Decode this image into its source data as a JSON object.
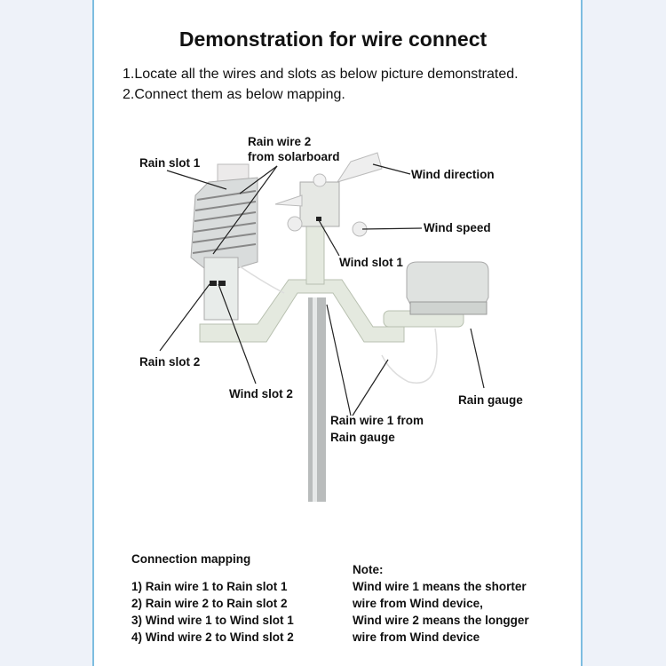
{
  "title": "Demonstration for wire connect",
  "instructions": [
    "1.Locate all the wires and slots as below picture demonstrated.",
    "2.Connect them as below mapping."
  ],
  "labels": {
    "rain_slot_1": "Rain slot 1",
    "rain_wire_2_line1": "Rain wire 2",
    "rain_wire_2_line2": "from solarboard",
    "wind_direction": "Wind direction",
    "wind_speed": "Wind speed",
    "wind_slot_1": "Wind slot 1",
    "rain_slot_2": "Rain slot 2",
    "wind_slot_2": "Wind slot 2",
    "rain_gauge": "Rain gauge",
    "rain_wire_1_line1": "Rain wire 1 from",
    "rain_wire_1_line2": "Rain gauge"
  },
  "mapping": {
    "heading": "Connection mapping",
    "items": [
      "1) Rain wire 1  to Rain slot 1",
      "2) Rain wire 2  to Rain slot 2",
      "3) Wind wire 1 to Wind slot 1",
      "4) Wind wire 2 to Wind slot 2"
    ]
  },
  "note": {
    "heading": "Note:",
    "lines": [
      "Wind wire 1 means the shorter",
      "wire from Wind device,",
      "Wind wire 2 means the longger",
      "wire from Wind device"
    ]
  }
}
